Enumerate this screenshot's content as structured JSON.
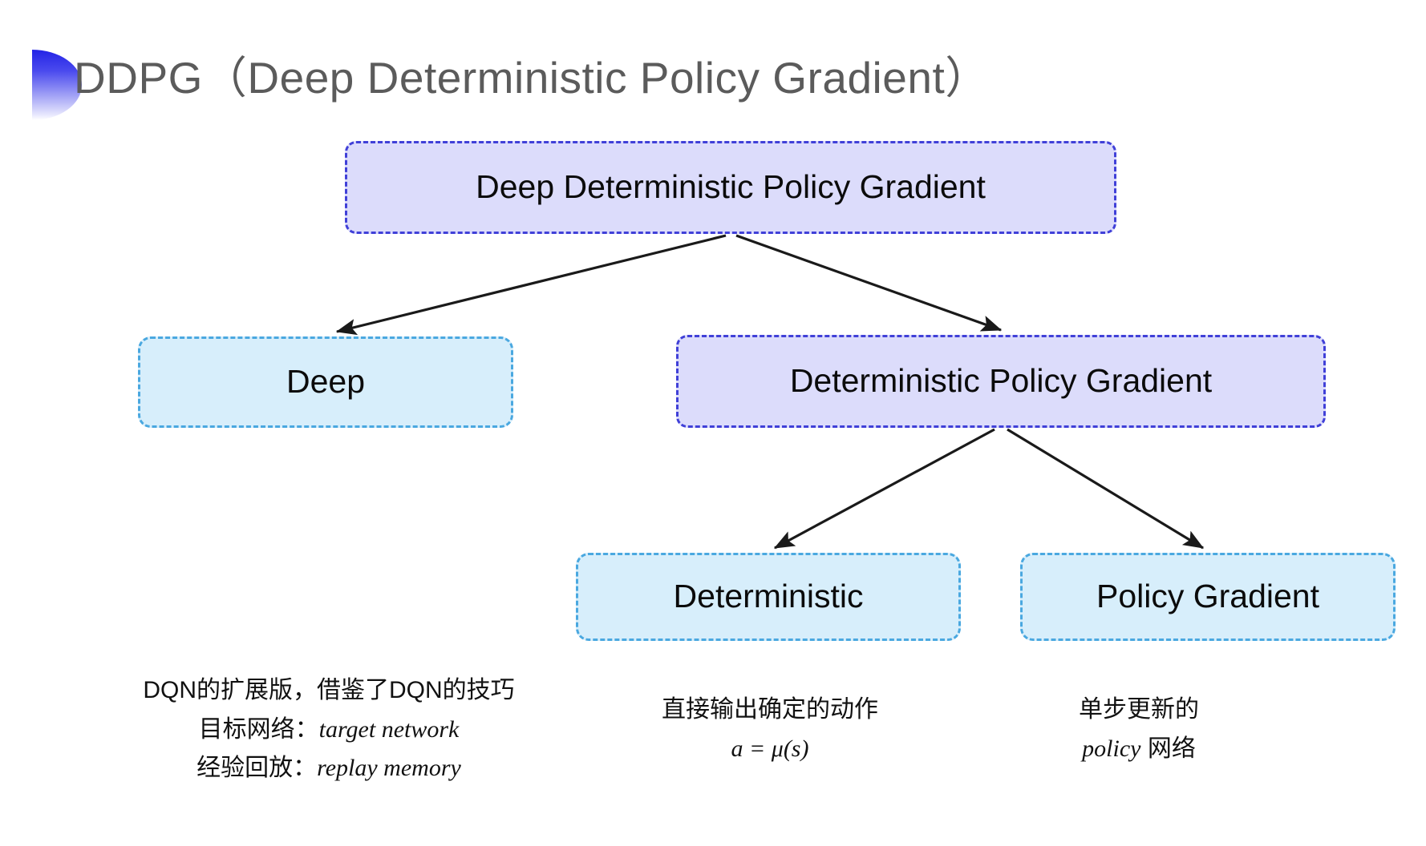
{
  "slide": {
    "title": "DDPG（Deep Deterministic Policy Gradient）",
    "bullet_icon": "leaf-bullet-icon",
    "background_color": "#ffffff",
    "title_color": "#5b5b5b",
    "accent_color": "#2323e6"
  },
  "diagram": {
    "type": "tree",
    "colors": {
      "purple_fill": "#dcdcfb",
      "purple_border": "#4040d8",
      "blue_fill": "#d7eefb",
      "blue_border": "#4aa8e0",
      "arrow": "#1a1a1a"
    },
    "nodes": {
      "root": "Deep Deterministic Policy Gradient",
      "deep": "Deep",
      "dpg": "Deterministic Policy Gradient",
      "deterministic": "Deterministic",
      "policy_gradient": "Policy Gradient"
    },
    "edges": [
      {
        "from": "root",
        "to": "deep"
      },
      {
        "from": "root",
        "to": "dpg"
      },
      {
        "from": "dpg",
        "to": "deterministic"
      },
      {
        "from": "dpg",
        "to": "policy_gradient"
      }
    ]
  },
  "annotations": {
    "deep": {
      "line1": "DQN的扩展版，借鉴了DQN的技巧",
      "line2_label": "目标网络：",
      "line2_term": "target network",
      "line3_label": "经验回放：",
      "line3_term": "replay memory"
    },
    "deterministic": {
      "line1": "直接输出确定的动作",
      "line2": "a = μ(s)"
    },
    "policy_gradient": {
      "line1": "单步更新的",
      "line2_term": "policy",
      "line2_tail": " 网络"
    }
  }
}
